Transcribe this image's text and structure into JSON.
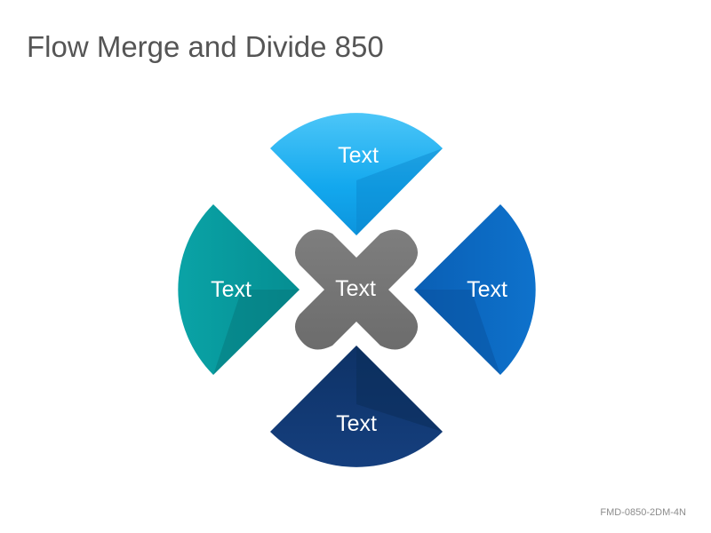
{
  "title": "Flow Merge and Divide 850",
  "diagram": {
    "center": {
      "label": "Text",
      "color": "#757575"
    },
    "petals": [
      {
        "position": "top",
        "label": "Text",
        "color": "#0fa7ef",
        "shade": "#0a86cc"
      },
      {
        "position": "right",
        "label": "Text",
        "color": "#0a64bd",
        "shade": "#084f9c"
      },
      {
        "position": "bottom",
        "label": "Text",
        "color": "#103f7a",
        "shade": "#0b2d5a"
      },
      {
        "position": "left",
        "label": "Text",
        "color": "#07999d",
        "shade": "#05787c"
      }
    ]
  },
  "footer": {
    "code": "FMD-0850-2DM-4N"
  }
}
